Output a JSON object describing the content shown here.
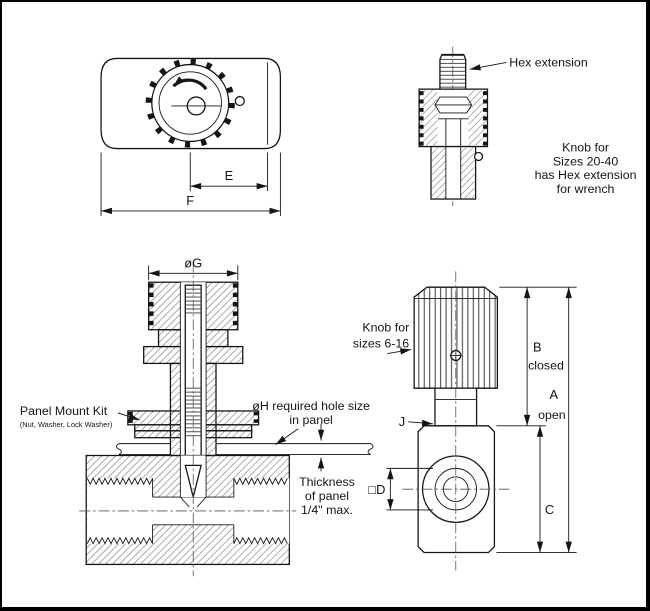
{
  "colors": {
    "line": "#151515",
    "background": "#ffffff"
  },
  "top_view": {
    "dim_e": "E",
    "dim_f": "F"
  },
  "hex_section_view": {
    "hex_label": "Hex extension",
    "note": [
      "Knob for",
      "Sizes 20-40",
      "has Hex extension",
      "for wrench"
    ]
  },
  "panel_section_view": {
    "dim_g": "øG",
    "kit_title": "Panel Mount Kit",
    "kit_subtitle": "(Nut, Washer, Lock Washer)",
    "hole_note": [
      "øH required hole size",
      "in panel"
    ],
    "thickness_note": [
      "Thickness",
      "of panel",
      "1/4\" max."
    ]
  },
  "front_view": {
    "note": [
      "Knob for",
      "sizes 6-16"
    ],
    "dim_a": "A",
    "dim_a_state": "open",
    "dim_b": "B",
    "dim_b_state": "closed",
    "dim_c": "C",
    "dim_d": "□D",
    "dim_j": "J"
  }
}
